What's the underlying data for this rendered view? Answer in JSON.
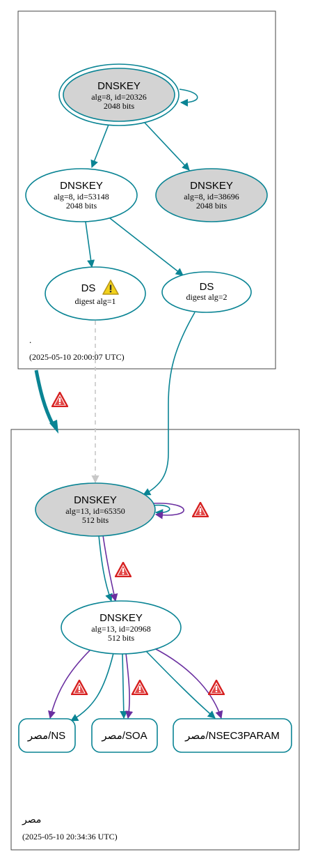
{
  "colors": {
    "edge_teal": "#0a8494",
    "edge_purple": "#6a2fa0",
    "edge_dashed": "#c8c8c8",
    "node_fill_gray": "#d3d3d3",
    "node_fill_white": "#ffffff",
    "cluster_border": "#444444",
    "warn_red": "#d62020",
    "warn_yellow": "#f2d21b"
  },
  "zones": {
    "root": {
      "name": ".",
      "timestamp": "(2025-05-10 20:00:07 UTC)"
    },
    "eg": {
      "name": "مصر",
      "timestamp": "(2025-05-10 20:34:36 UTC)"
    }
  },
  "nodes": {
    "root_ksk": {
      "title": "DNSKEY",
      "line1": "alg=8, id=20326",
      "line2": "2048 bits"
    },
    "root_zsk1": {
      "title": "DNSKEY",
      "line1": "alg=8, id=53148",
      "line2": "2048 bits"
    },
    "root_zsk2": {
      "title": "DNSKEY",
      "line1": "alg=8, id=38696",
      "line2": "2048 bits"
    },
    "ds1": {
      "title": "DS",
      "line1": "digest alg=1"
    },
    "ds2": {
      "title": "DS",
      "line1": "digest alg=2"
    },
    "eg_ksk": {
      "title": "DNSKEY",
      "line1": "alg=13, id=65350",
      "line2": "512 bits"
    },
    "eg_zsk": {
      "title": "DNSKEY",
      "line1": "alg=13, id=20968",
      "line2": "512 bits"
    },
    "rr_ns": {
      "label": "مصر/NS"
    },
    "rr_soa": {
      "label": "مصر/SOA"
    },
    "rr_nsec3param": {
      "label": "مصر/NSEC3PARAM"
    }
  },
  "icons": {
    "warning_red": "warning-triangle-red-icon",
    "warning_yellow": "warning-triangle-yellow-icon"
  }
}
